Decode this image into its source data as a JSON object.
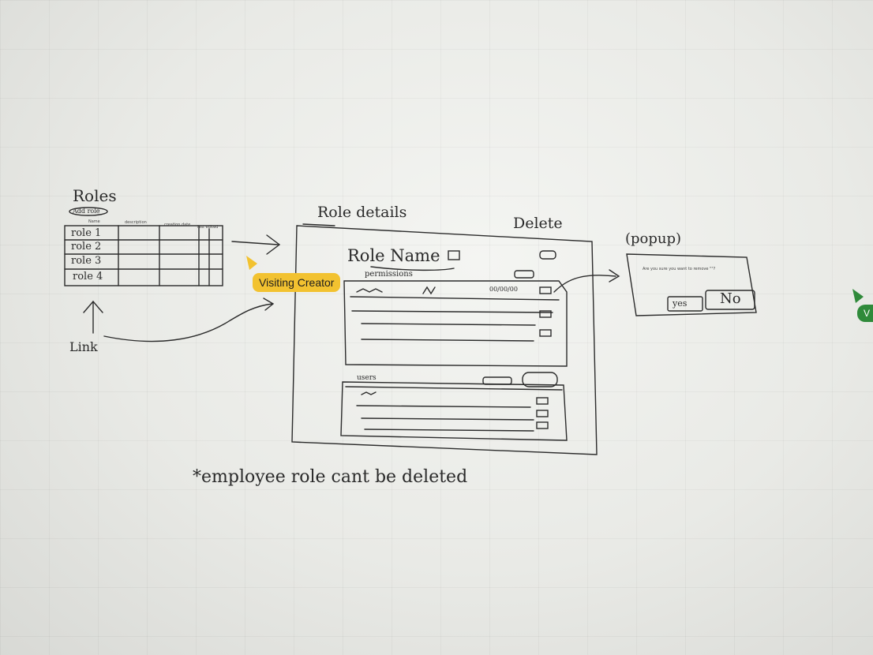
{
  "roles_panel": {
    "title": "Roles",
    "add_button": "Add role",
    "columns": [
      "Name",
      "description",
      "creation date",
      "last edited"
    ],
    "rows": [
      "role 1",
      "role 2",
      "role 3",
      "role 4"
    ],
    "link_note": "Link"
  },
  "details_panel": {
    "title": "Role details",
    "delete_note": "Delete",
    "role_name": "Role Name",
    "permissions_label": "permissions",
    "date_label": "00/00/00",
    "users_label": "users"
  },
  "popup": {
    "title": "(popup)",
    "message": "Are you sure you want to remove \"\"?",
    "yes": "yes",
    "no": "No"
  },
  "footnote": "*employee role cant be deleted",
  "collaborators": {
    "yellow": "Visiting Creator",
    "green": "V"
  },
  "colors": {
    "yellow": "#f2c230",
    "green": "#2f8a3a"
  }
}
